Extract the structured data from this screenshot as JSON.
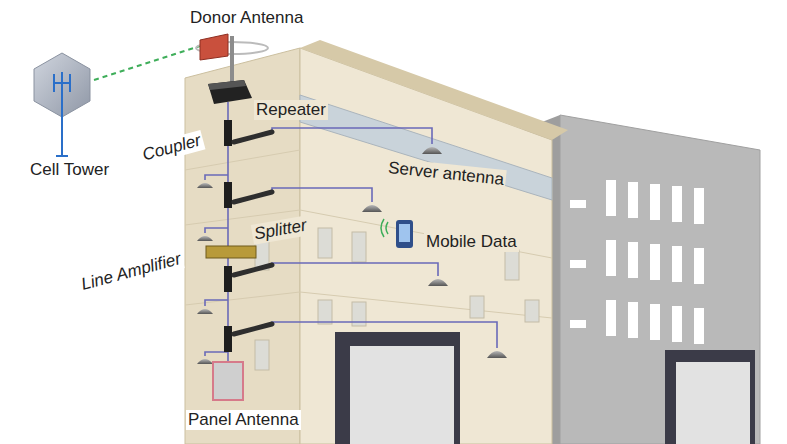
{
  "diagram": {
    "labels": [
      "Donor Antenna",
      "Repeater",
      "Coupler",
      "Cell Tower",
      "Server antenna",
      "Splitter",
      "Mobile Data",
      "Line Amplifier",
      "Panel Antenna"
    ]
  }
}
